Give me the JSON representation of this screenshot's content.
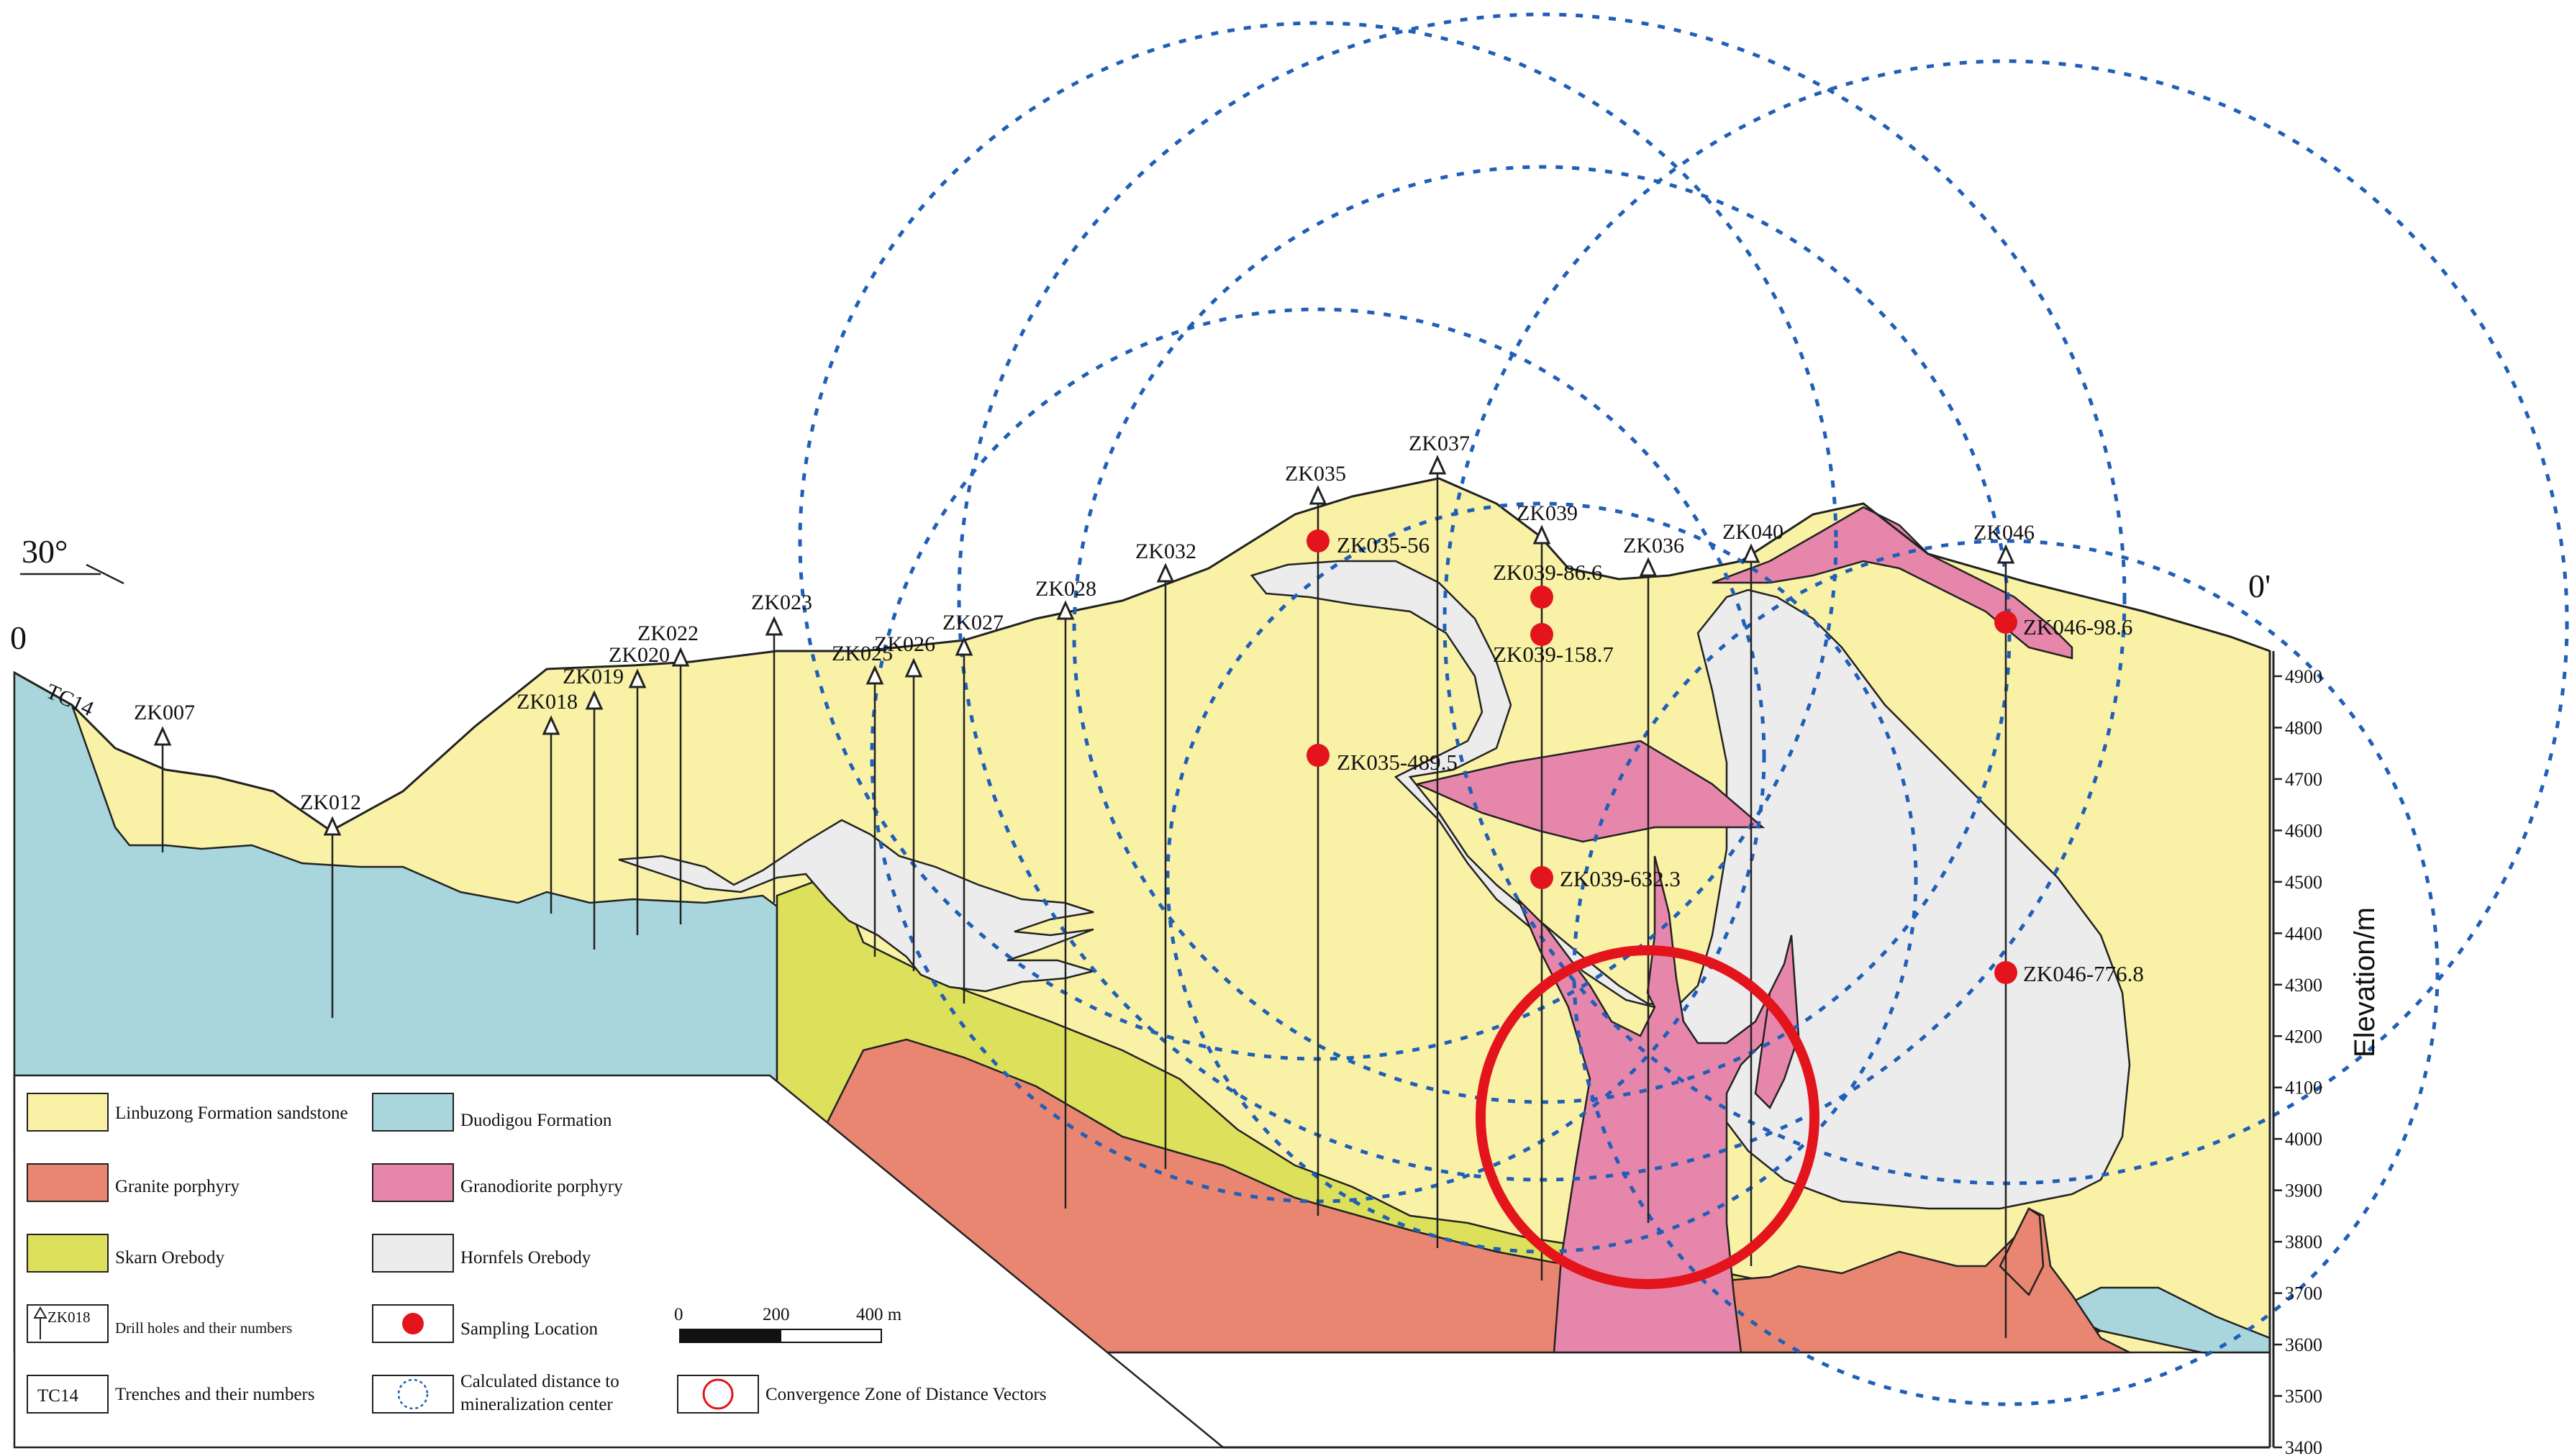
{
  "section": {
    "orientation": "30°",
    "start_label": "0",
    "end_label": "0'"
  },
  "elevation_axis": {
    "title": "Elevation/m",
    "ticks": [
      "4900",
      "4800",
      "4700",
      "4600",
      "4500",
      "4400",
      "4300",
      "4200",
      "4100",
      "4000",
      "3900",
      "3800",
      "3700",
      "3600",
      "3500",
      "3400"
    ]
  },
  "trench": {
    "label": "TC14"
  },
  "drill_holes": [
    "ZK007",
    "ZK012",
    "ZK018",
    "ZK019",
    "ZK020",
    "ZK022",
    "ZK023",
    "ZK025",
    "ZK026",
    "ZK027",
    "ZK028",
    "ZK032",
    "ZK035",
    "ZK037",
    "ZK039",
    "ZK036",
    "ZK040",
    "ZK046"
  ],
  "samples": [
    "ZK035-56",
    "ZK035-489.5",
    "ZK039-86.6",
    "ZK039-158.7",
    "ZK039-632.3",
    "ZK046-98.6",
    "ZK046-776.8"
  ],
  "legend": {
    "items": [
      {
        "label": "Linbuzong Formation sandstone",
        "color": "#f8f1a6"
      },
      {
        "label": "Duodigou Formation",
        "color": "#a8d6dc"
      },
      {
        "label": "Granite porphyry",
        "color": "#e98671"
      },
      {
        "label": "Granodiorite porphyry",
        "color": "#e786ab"
      },
      {
        "label": "Skarn Orebody",
        "color": "#dce05a"
      },
      {
        "label": "Hornfels Orebody",
        "color": "#ececec"
      },
      {
        "label": "Drill holes and their numbers",
        "icon": "drill-hole-icon"
      },
      {
        "label": "Sampling Location",
        "icon": "red-dot-icon",
        "color": "#e3141c"
      },
      {
        "label": "Trenches and their numbers",
        "icon": "trench-label"
      },
      {
        "label": "Calculated distance to",
        "icon": "dashed-circle-icon",
        "color": "#1f5fb8"
      },
      {
        "label": "Convergence Zone of Distance Vectors",
        "icon": "red-circle-icon",
        "color": "#e3141c"
      }
    ],
    "drill_icon_label": "ZK018",
    "trench_icon_label": "TC14",
    "distance_label_line2": "mineralization center"
  },
  "scale_bar": {
    "labels": [
      "0",
      "200",
      "400 m"
    ]
  }
}
